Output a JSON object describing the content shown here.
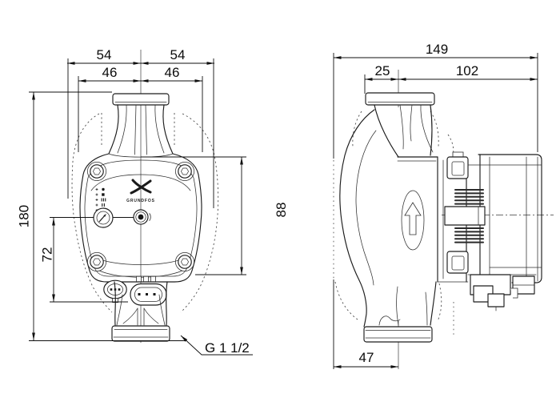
{
  "drawing": {
    "background": "#ffffff",
    "line_color": "#1c1c1c",
    "brand": "GRUNDFOS",
    "front_view": {
      "dim_top_outer_left": "54",
      "dim_top_outer_right": "54",
      "dim_top_inner_left": "46",
      "dim_top_inner_right": "46",
      "dim_height_total": "180",
      "dim_button_to_plug": "72",
      "dim_body_height": "88",
      "thread_size": "G 1 1/2"
    },
    "side_view": {
      "dim_depth_total": "149",
      "dim_flange_to_center": "25",
      "dim_center_to_motor_end": "102",
      "dim_front_to_center": "47"
    }
  }
}
